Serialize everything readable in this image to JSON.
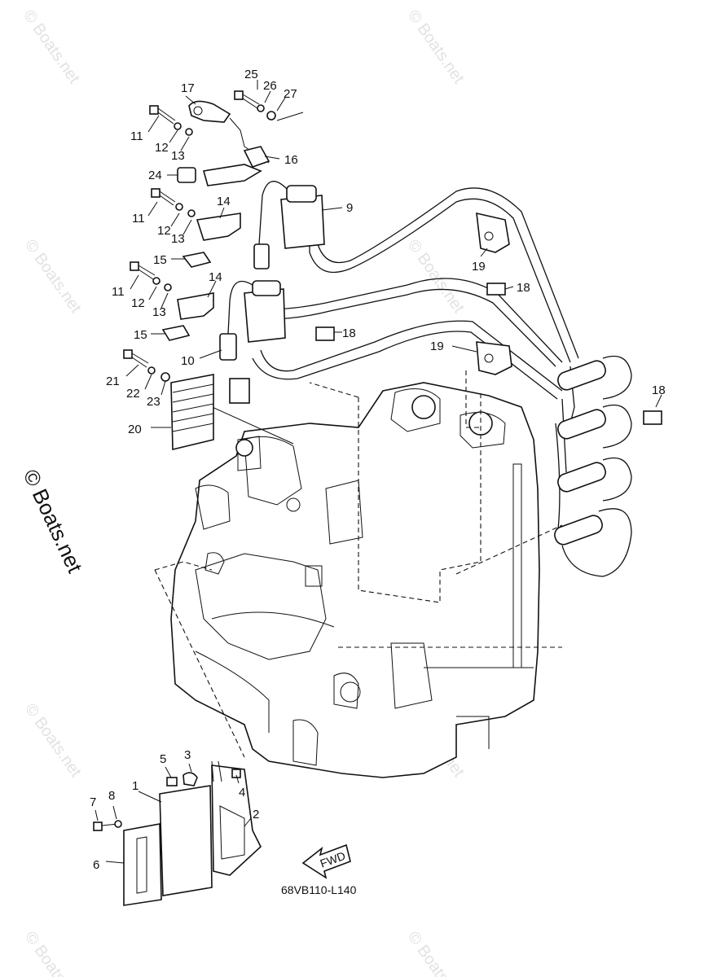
{
  "watermark": "© Boats.net",
  "diagram_code": "68VB110-L140",
  "fwd_label": "FWD",
  "callouts": {
    "c1": "1",
    "c2": "2",
    "c3": "3",
    "c4": "4",
    "c5": "5",
    "c6": "6",
    "c7": "7",
    "c8": "8",
    "c9": "9",
    "c10": "10",
    "c11a": "11",
    "c11b": "11",
    "c11c": "11",
    "c12a": "12",
    "c12b": "12",
    "c12c": "12",
    "c13a": "13",
    "c13b": "13",
    "c13c": "13",
    "c14a": "14",
    "c14b": "14",
    "c15a": "15",
    "c15b": "15",
    "c16": "16",
    "c17": "17",
    "c18a": "18",
    "c18b": "18",
    "c18c": "18",
    "c19a": "19",
    "c19b": "19",
    "c20": "20",
    "c21": "21",
    "c22": "22",
    "c23": "23",
    "c24": "24",
    "c25": "25",
    "c26": "26",
    "c27": "27"
  }
}
